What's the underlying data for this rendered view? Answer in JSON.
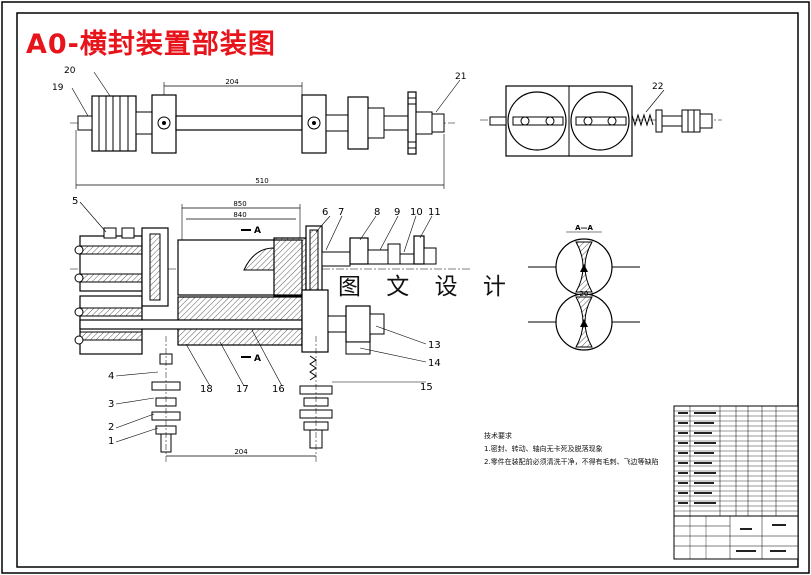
{
  "title": "A0-横封装置部装图",
  "watermark": "图 文 设 计",
  "notes": {
    "heading": "技术要求",
    "line1": "1.密封、转动、轴向无卡死及脱落现象",
    "line2": "2.零件在装配前必须清洗干净，不得有毛刺、飞边等缺陷"
  },
  "dimensions": {
    "top_span": "204",
    "overall_length": "510",
    "bore_upper": "850",
    "bore_lower": "840",
    "bottom_span": "204",
    "section_depth": "20"
  },
  "section_marks": {
    "upper": "A",
    "lower": "A",
    "view": "A—A"
  },
  "part_labels": {
    "p1": "1",
    "p2": "2",
    "p3": "3",
    "p4": "4",
    "p5": "5",
    "p6": "6",
    "p7": "7",
    "p8": "8",
    "p9": "9",
    "p10": "10",
    "p11": "11",
    "p13": "13",
    "p14": "14",
    "p15": "15",
    "p16": "16",
    "p17": "17",
    "p18": "18",
    "p19": "19",
    "p20": "20",
    "p21": "21",
    "p22": "22"
  },
  "colors": {
    "title": "#e8141c",
    "line": "#000000",
    "hatch": "#333333",
    "background": "#ffffff"
  }
}
